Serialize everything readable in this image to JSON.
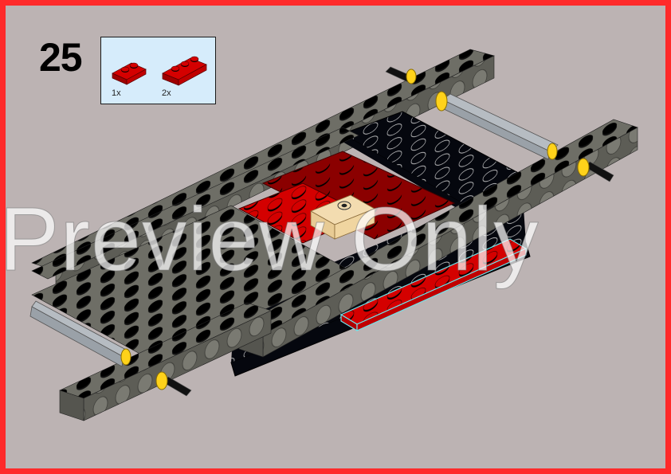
{
  "page": {
    "step_number": "25",
    "border_color": "#ff2a2a",
    "background_color": "#bcb3b3"
  },
  "parts_callout": {
    "background_color": "#d6ecfb",
    "parts": [
      {
        "name": "red-plate-1x2",
        "color": "#cc0000",
        "quantity": "1x"
      },
      {
        "name": "red-plate-1x3",
        "color": "#cc0000",
        "quantity": "2x"
      }
    ]
  },
  "model": {
    "parts_visible": [
      {
        "name": "dark-gray-technic-beams",
        "color": "#6b6b63"
      },
      {
        "name": "black-plates",
        "color": "#05070e"
      },
      {
        "name": "red-plates",
        "color": "#d40000"
      },
      {
        "name": "dark-red-plates",
        "color": "#8b0000"
      },
      {
        "name": "tan-jumper-plate",
        "color": "#f0d5a0"
      },
      {
        "name": "light-gray-axle-connectors",
        "color": "#b6bcc2"
      },
      {
        "name": "yellow-bushes",
        "color": "#ffd21a"
      },
      {
        "name": "black-axles",
        "color": "#111111"
      }
    ],
    "highlight_outline_color": "#6fe3ea"
  },
  "watermark": {
    "text": "Preview Only"
  }
}
